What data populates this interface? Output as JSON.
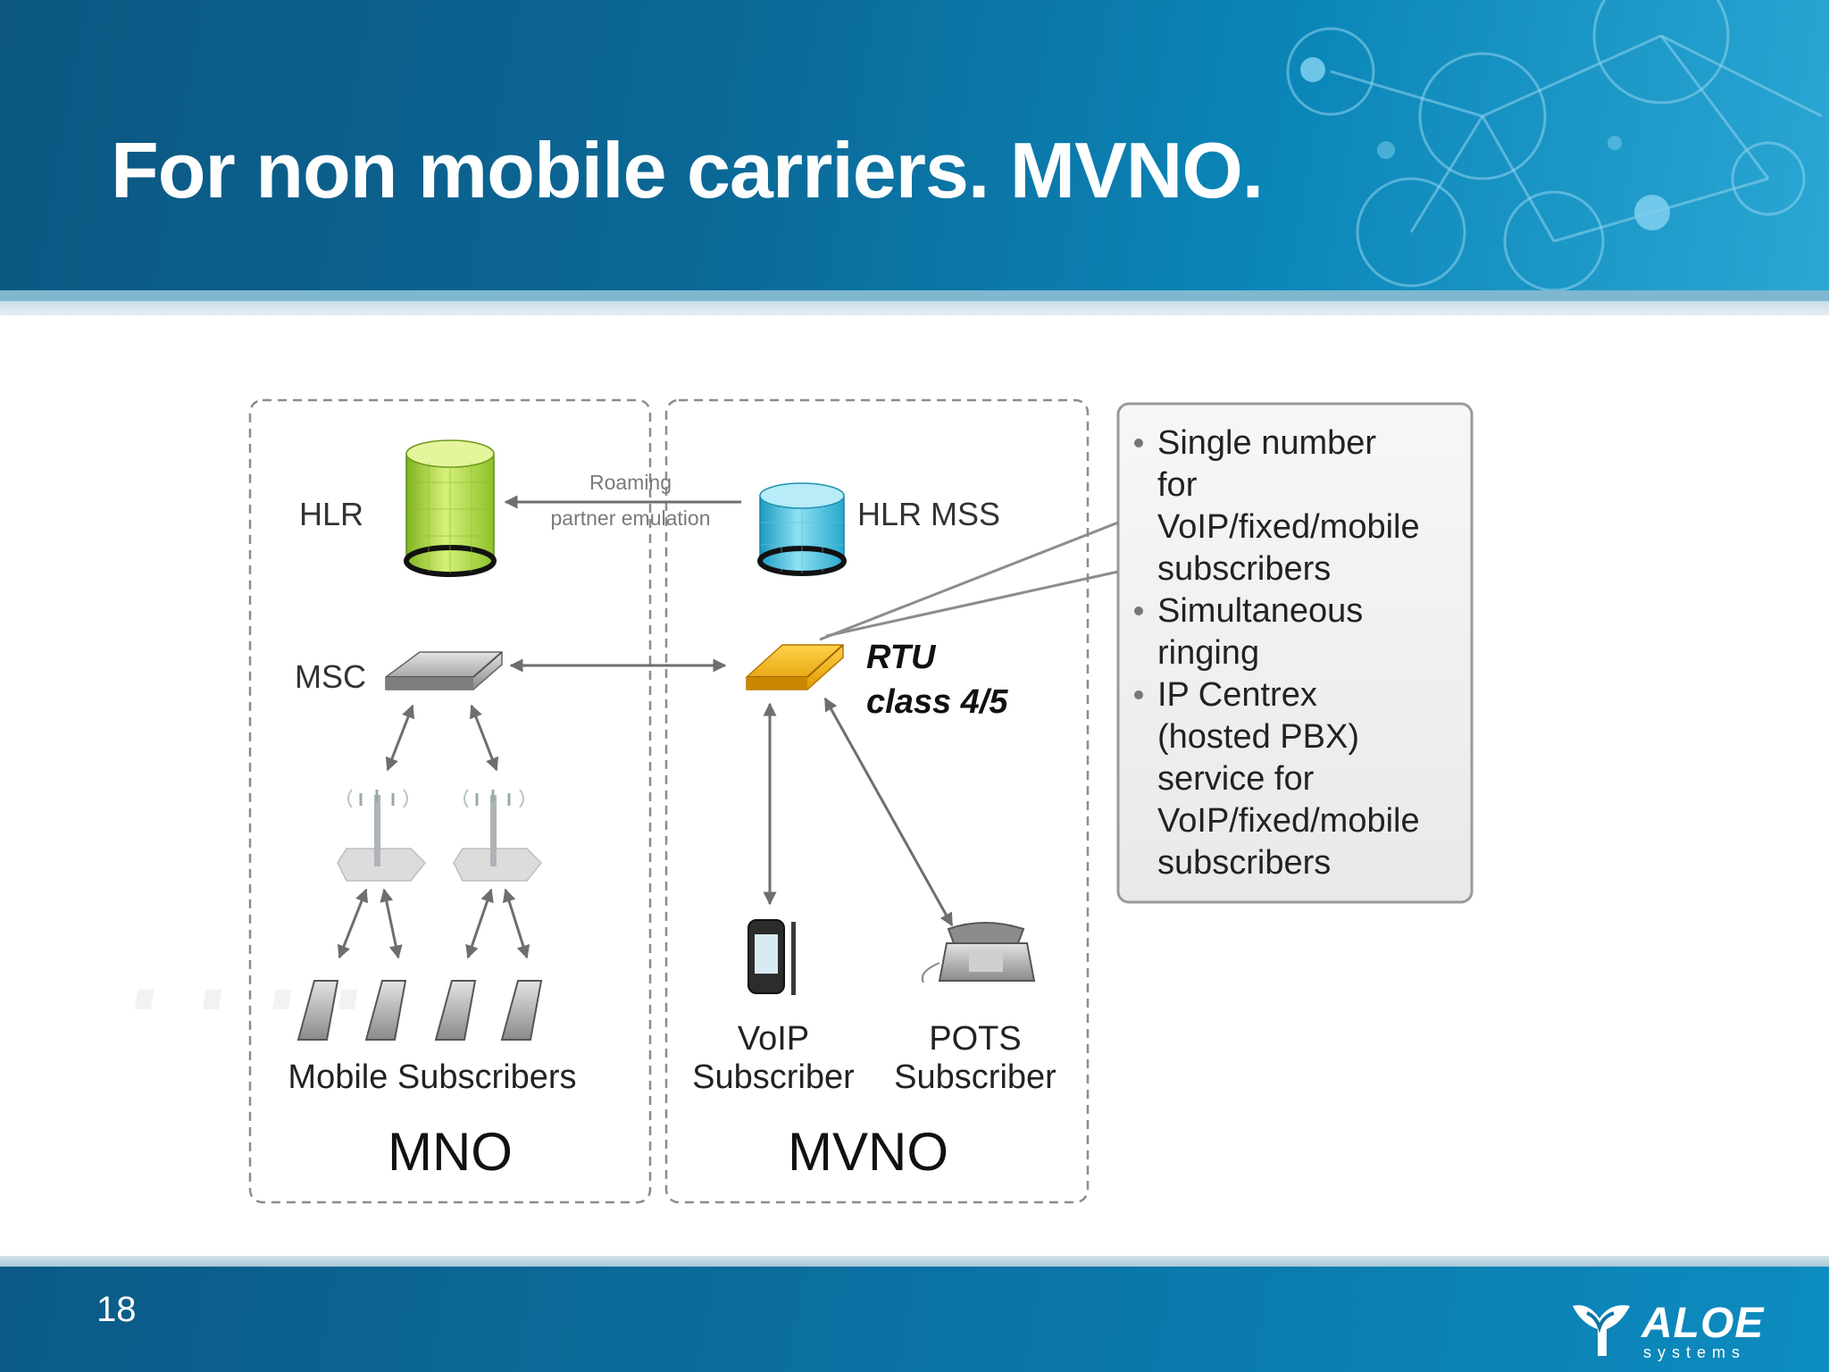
{
  "slide": {
    "title": "For non mobile carriers. MVNO.",
    "page_number": "18",
    "logo": {
      "name": "ALOE",
      "sub": "systems"
    }
  },
  "diagram": {
    "mno": {
      "label": "MNO",
      "hlr": "HLR",
      "msc": "MSC",
      "subscribers": "Mobile Subscribers"
    },
    "mvno": {
      "label": "MVNO",
      "hlr_mss": "HLR MSS",
      "rtu_line1": "RTU",
      "rtu_line2": "class 4/5",
      "voip_line1": "VoIP",
      "voip_line2": "Subscriber",
      "pots_line1": "POTS",
      "pots_line2": "Subscriber"
    },
    "roaming_line1": "Roaming",
    "roaming_line2": "partner emulation",
    "features": [
      [
        "Single number",
        "for",
        "VoIP/fixed/mobile",
        "subscribers"
      ],
      [
        "Simultaneous",
        "ringing"
      ],
      [
        "IP Centrex",
        "(hosted PBX)",
        "service for",
        "VoIP/fixed/mobile",
        "subscribers"
      ]
    ]
  },
  "colors": {
    "header": "#0b6795",
    "hlr_cylinder": "#a8d43a",
    "hlr_mss_cylinder": "#3ab8d6",
    "rtu_device": "#f3b21a",
    "msc_device": "#9a9a9a",
    "arrows": "#6e6e6e"
  }
}
